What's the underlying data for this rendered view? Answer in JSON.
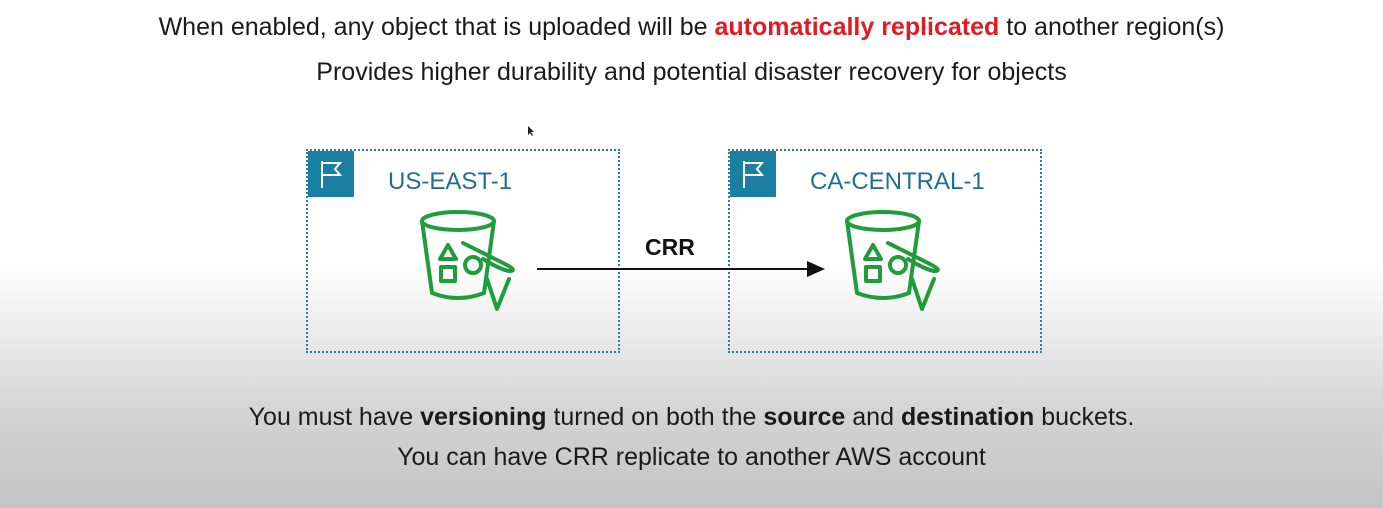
{
  "header": {
    "line1_pre": "When enabled, any object that is uploaded will be ",
    "line1_hl": "automatically replicated",
    "line1_post": " to another region(s)",
    "line2": "Provides higher durability and potential disaster recovery for objects"
  },
  "diagram": {
    "source_region": "US-EAST-1",
    "dest_region": "CA-CENTRAL-1",
    "arrow_label": "CRR",
    "region_icon": "flag-icon",
    "bucket_icon": "versioned-bucket-icon"
  },
  "footer": {
    "line1_a": "You must have ",
    "line1_b": "versioning",
    "line1_c": " turned on both the ",
    "line1_d": "source",
    "line1_e": " and ",
    "line1_f": "destination",
    "line1_g": " buckets.",
    "line2": "You can have CRR replicate to another AWS account"
  },
  "colors": {
    "highlight": "#e01b24",
    "region_border": "#2a7fa0",
    "flag_bg": "#1a7fa1",
    "bucket": "#1f9d3a"
  }
}
